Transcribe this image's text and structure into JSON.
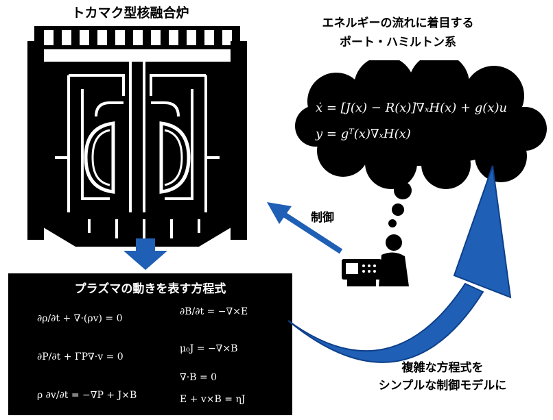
{
  "tokamak": {
    "title": "トカマク型核融合炉"
  },
  "port_hamiltonian": {
    "title_line1": "エネルギーの流れに着目する",
    "title_line2": "ポート・ハミルトン系",
    "equation1": "ẋ = [J(x) − R(x)]∇ₓH(x) + g(x)u",
    "equation2": "y = gᵀ(x)∇ₓH(x)"
  },
  "control_label": "制御",
  "plasma_equations": {
    "title": "プラズマの動きを表す方程式",
    "left": [
      "∂ρ/∂t + ∇·(ρv) = 0",
      "∂P/∂t + ΓP∇·v = 0",
      "ρ ∂v/∂t = −∇P + J×B"
    ],
    "right": [
      "∂B/∂t = −∇×E",
      "μ₀J = −∇×B",
      "∇·B = 0",
      "E + v×B = ηJ"
    ]
  },
  "bottom_label": {
    "line1": "複雑な方程式を",
    "line2": "シンプルな制御モデルに"
  },
  "colors": {
    "arrow_blue": "#1f5fb5",
    "dark": "#000000"
  }
}
